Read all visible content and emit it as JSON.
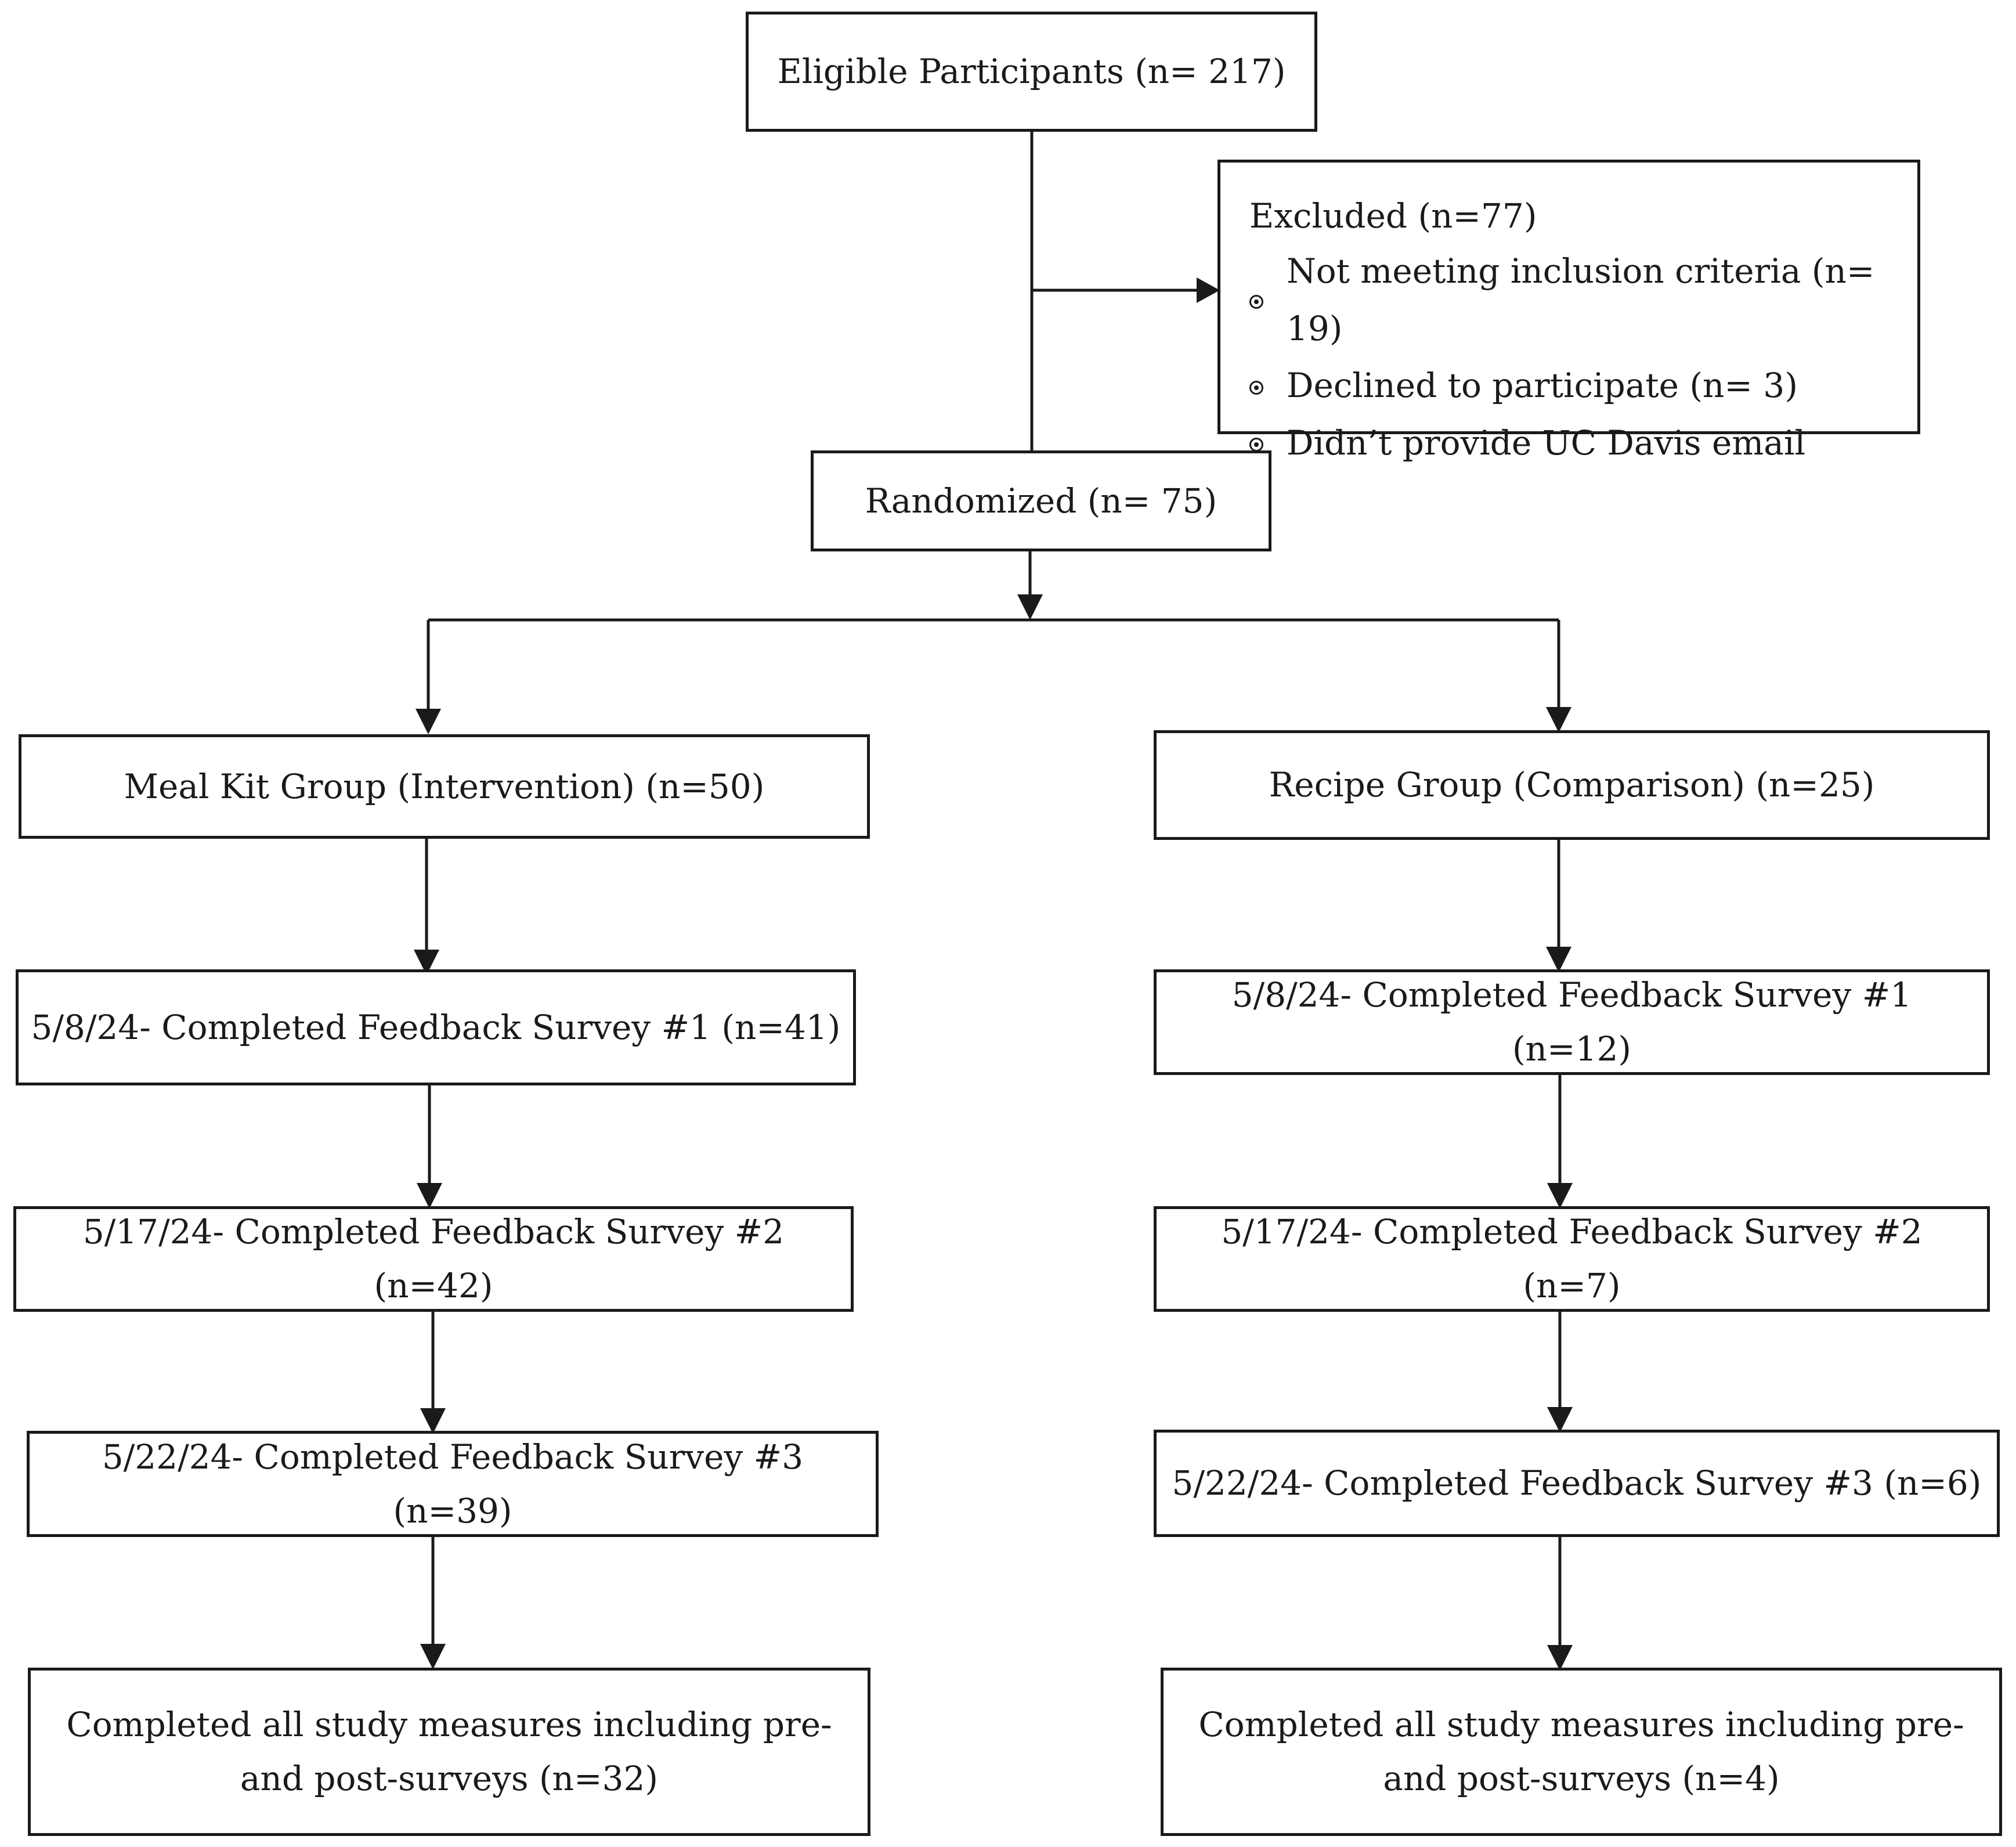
{
  "eligible": {
    "label": "Eligible Participants (n= 217)"
  },
  "excluded": {
    "title": "Excluded (n=77)",
    "items": [
      "Not meeting inclusion criteria (n= 19)",
      "Declined to participate (n= 3)",
      "Didn’t provide UC Davis email"
    ]
  },
  "randomized": {
    "label": "Randomized (n= 75)"
  },
  "meal_kit": {
    "group": "Meal Kit Group (Intervention) (n=50)",
    "survey1": "5/8/24- Completed Feedback Survey #1 (n=41)",
    "survey2": "5/17/24- Completed Feedback Survey #2 (n=42)",
    "survey3": "5/22/24- Completed Feedback Survey #3 (n=39)",
    "completed_line1": "Completed all study measures including pre-",
    "completed_line2": "and post-surveys (n=32)"
  },
  "recipe": {
    "group": "Recipe Group (Comparison) (n=25)",
    "survey1": "5/8/24- Completed Feedback Survey #1 (n=12)",
    "survey2": "5/17/24- Completed Feedback Survey #2 (n=7)",
    "survey3": "5/22/24- Completed Feedback Survey #3 (n=6)",
    "completed_line1": "Completed all study measures including pre-",
    "completed_line2": "and post-surveys (n=4)"
  }
}
